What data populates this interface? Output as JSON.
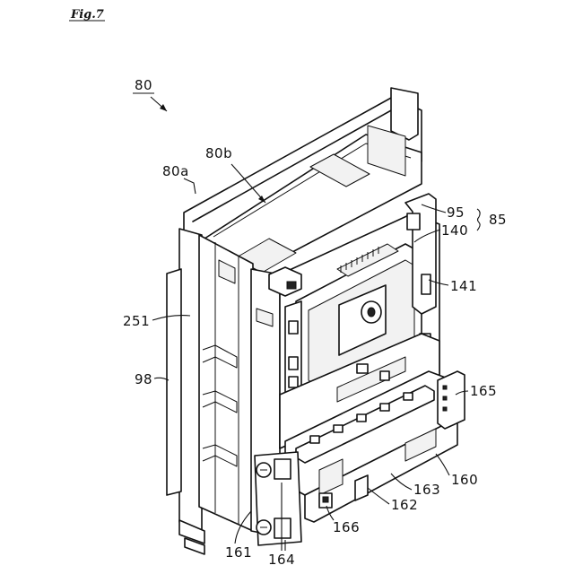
{
  "figure": {
    "title": "Fig.7",
    "labels": {
      "l80": "80",
      "l80a": "80a",
      "l80b": "80b",
      "l95": "95",
      "l85": "85",
      "l140": "140",
      "l141": "141",
      "l251": "251",
      "l98": "98",
      "l165": "165",
      "l160": "160",
      "l163": "163",
      "l162": "162",
      "l166": "166",
      "l161": "161",
      "l164": "164"
    }
  }
}
